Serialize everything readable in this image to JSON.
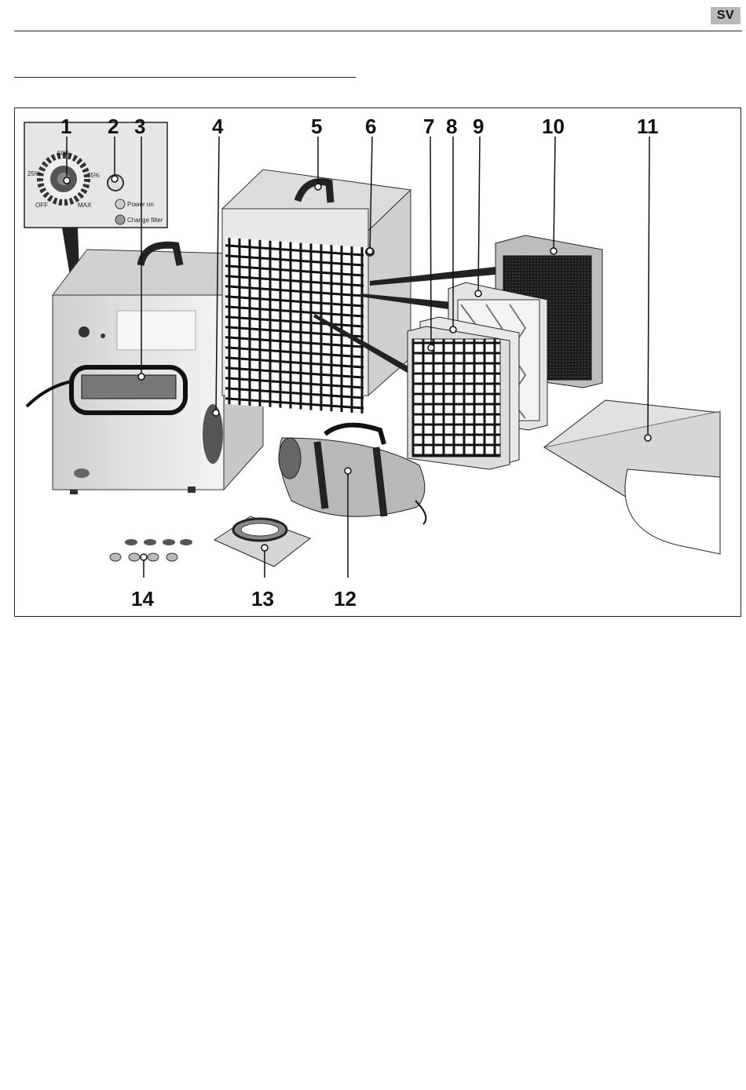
{
  "header": {
    "language_badge": "SV"
  },
  "figure": {
    "control_panel": {
      "dial_labels": {
        "off": "OFF",
        "p25": "25%",
        "p50": "50%",
        "p75": "75%",
        "max": "MAX"
      },
      "indicator_power": "Power on",
      "indicator_filter": "Change filter"
    },
    "callouts": [
      "1",
      "2",
      "3",
      "4",
      "5",
      "6",
      "7",
      "8",
      "9",
      "10",
      "11",
      "12",
      "13",
      "14"
    ]
  },
  "colors": {
    "line": "#222222",
    "panel_gray": "#d9d9d9",
    "dark_filter": "#2a2a2a",
    "badge": "#b9b9b9"
  }
}
